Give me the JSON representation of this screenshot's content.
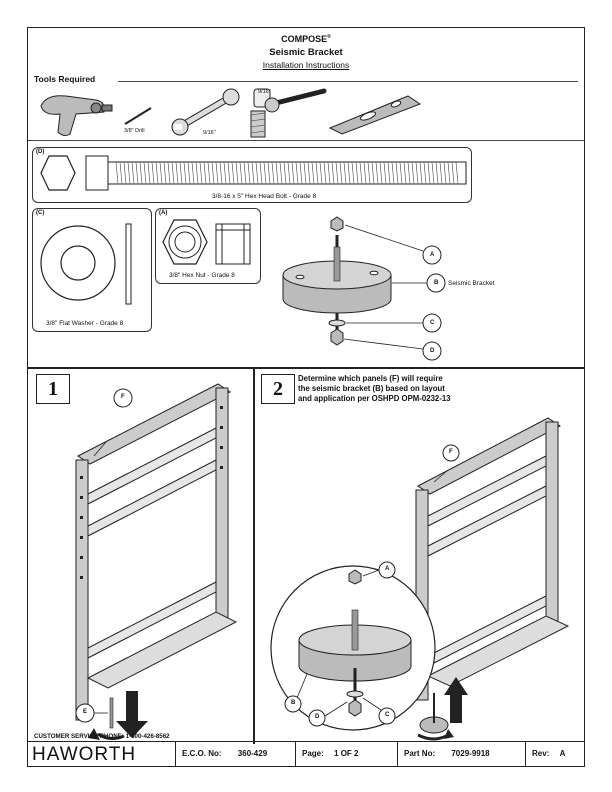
{
  "header": {
    "brand": "COMPOSE",
    "reg_mark": "®",
    "title": "Seismic Bracket",
    "subtitle": "Installation Instructions"
  },
  "tools": {
    "label": "Tools Required",
    "drill_label": "3/8\" Drill",
    "wrench_label": "9/16\"",
    "socket_label": "9/16\""
  },
  "parts": {
    "bolt": {
      "tag": "(D)",
      "label": "3/8-16 x 5\" Hex Head Bolt - Grade 8"
    },
    "washer": {
      "tag": "(C)",
      "label": "3/8\" Flat Washer - Grade 8"
    },
    "nut": {
      "tag": "(A)",
      "label": "3/8\" Hex Nut - Grade 8"
    },
    "bracket_label": "Seismic Bracket",
    "callouts": [
      "A",
      "B",
      "C",
      "D"
    ]
  },
  "steps": [
    {
      "number": "1",
      "callouts": [
        "F",
        "E"
      ]
    },
    {
      "number": "2",
      "text_lines": [
        "Determine which panels (F) will require",
        "the seismic bracket (B) based on layout",
        "and application per OSHPD OPM-0232-13"
      ],
      "callouts": [
        "F",
        "A",
        "B",
        "C",
        "D"
      ]
    }
  ],
  "footer": {
    "phone": "CUSTOMER SERVICE PHONE: 1-800-426-8562",
    "logo": "HAWORTH",
    "eco_label": "E.C.O. No:",
    "eco_value": "360-429",
    "page_label": "Page:",
    "page_value": "1 OF 2",
    "part_label": "Part No:",
    "part_value": "7029-9918",
    "rev_label": "Rev:",
    "rev_value": "A"
  }
}
